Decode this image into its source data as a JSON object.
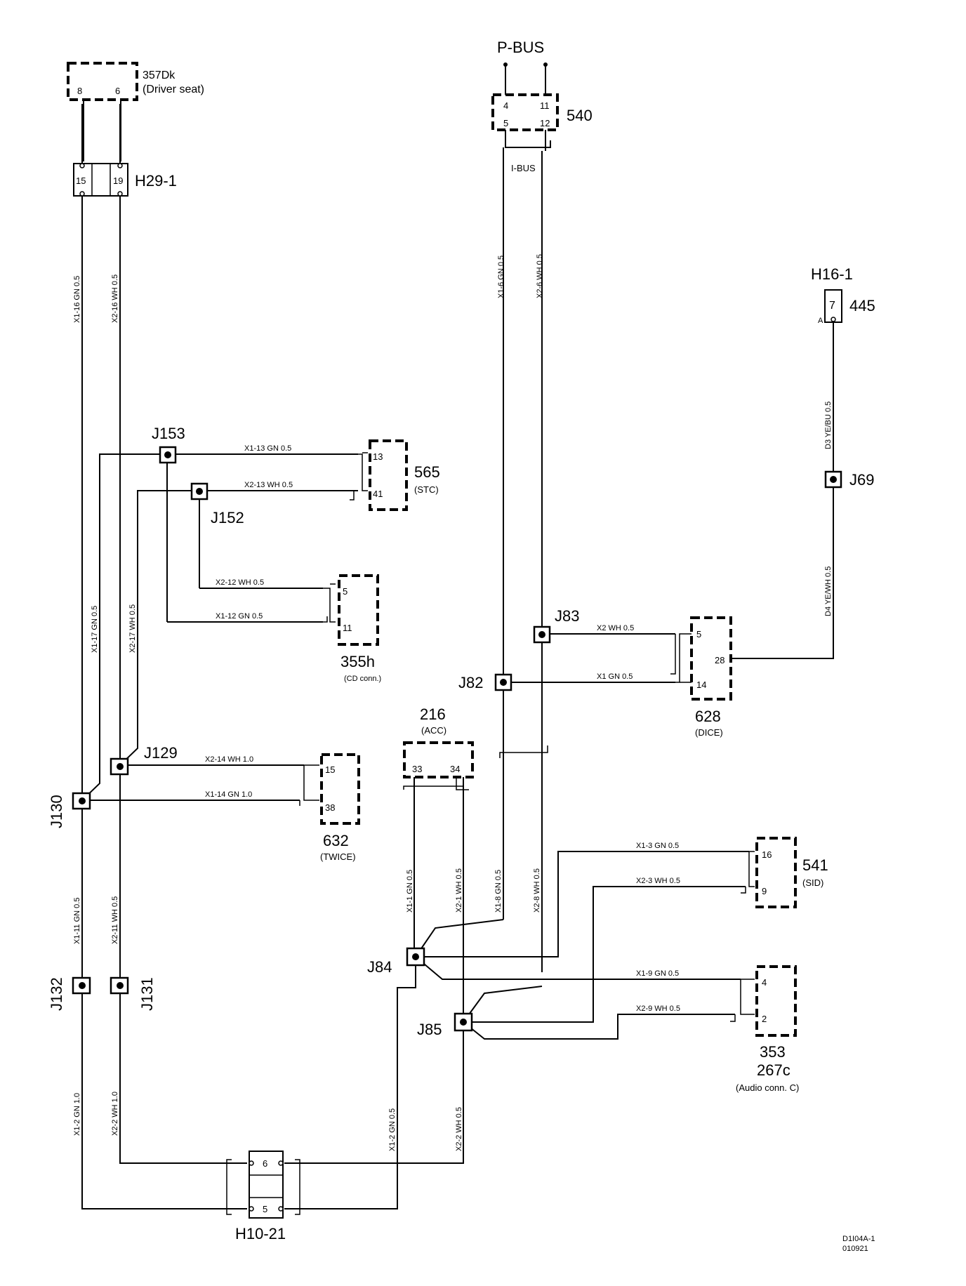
{
  "components": {
    "c357": {
      "id": "357Dk",
      "desc": "(Driver seat)",
      "pin_a": "8",
      "pin_b": "6"
    },
    "h29": {
      "id": "H29-1",
      "pin_a": "15",
      "pin_b": "19"
    },
    "pbus": {
      "label": "P-BUS"
    },
    "c540": {
      "id": "540",
      "p1": "4",
      "p2": "11",
      "p3": "5",
      "p4": "12"
    },
    "ibus": {
      "label": "I-BUS"
    },
    "h16": {
      "id": "H16-1",
      "pin": "7",
      "sub": "A",
      "num": "445"
    },
    "c565": {
      "id": "565",
      "desc": "(STC)",
      "pin_a": "13",
      "pin_b": "41"
    },
    "c355": {
      "id": "355h",
      "desc": "(CD conn.)",
      "pin_a": "5",
      "pin_b": "11"
    },
    "c628": {
      "id": "628",
      "desc": "(DICE)",
      "pin_a": "5",
      "pin_b": "28",
      "pin_c": "14"
    },
    "c216": {
      "id": "216",
      "desc": "(ACC)",
      "pin_a": "33",
      "pin_b": "34"
    },
    "c632": {
      "id": "632",
      "desc": "(TWICE)",
      "pin_a": "15",
      "pin_b": "38"
    },
    "c541": {
      "id": "541",
      "desc": "(SID)",
      "pin_a": "16",
      "pin_b": "9"
    },
    "c353": {
      "id": "353",
      "id2": "267c",
      "desc": "(Audio conn. C)",
      "pin_a": "4",
      "pin_b": "2"
    },
    "h10": {
      "id": "H10-21",
      "pin_a": "6",
      "pin_b": "5"
    }
  },
  "junctions": {
    "j153": "J153",
    "j152": "J152",
    "j129": "J129",
    "j130": "J130",
    "j132": "J132",
    "j131": "J131",
    "j83": "J83",
    "j82": "J82",
    "j84": "J84",
    "j85": "J85",
    "j69": "J69"
  },
  "wires": {
    "x1_16": "X1-16  GN  0.5",
    "x2_16": "X2-16  WH  0.5",
    "x1_6": "X1-6  GN  0.5",
    "x2_6": "X2-6  WH  0.5",
    "d3": "D3  YE/BU  0.5",
    "d4": "D4  YE/WH  0.5",
    "x1_13": "X1-13   GN   0.5",
    "x2_13": "X2-13   WH   0.5",
    "x2_12": "X2-12   WH   0.5",
    "x1_12": "X1-12   GN   0.5",
    "x1_17": "X1-17  GN  0.5",
    "x2_17": "X2-17  WH  0.5",
    "x2_dice": "X2   WH   0.5",
    "x1_dice": "X1   GN   0.5",
    "x2_14": "X2-14   WH   1.0",
    "x1_14": "X1-14   GN   1.0",
    "x1_11": "X1-11  GN  0.5",
    "x2_11": "X2-11  WH  0.5",
    "x1_1": "X1-1  GN  0.5",
    "x2_1": "X2-1  WH  0.5",
    "x1_8": "X1-8  GN  0.5",
    "x2_8": "X2-8  WH  0.5",
    "x1_3": "X1-3   GN   0.5",
    "x2_3": "X2-3   WH   0.5",
    "x1_9": "X1-9   GN   0.5",
    "x2_9": "X2-9   WH   0.5",
    "x1_2l": "X1-2  GN  1.0",
    "x2_2l": "X2-2  WH  1.0",
    "x1_2r": "X1-2  GN  0.5",
    "x2_2r": "X2-2  WH  0.5"
  },
  "footer": {
    "code": "D1I04A-1",
    "date": "010921"
  }
}
